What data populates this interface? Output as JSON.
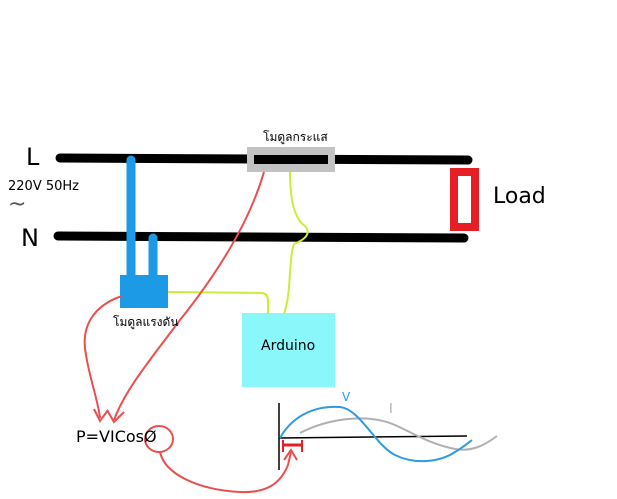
{
  "labels": {
    "line": "L",
    "neutral": "N",
    "supply": "220V 50Hz",
    "ac_symbol": "~",
    "current_module": "โมดูลกระแส",
    "voltage_module": "โมดูลแรงดัน",
    "load": "Load",
    "arduino": "Arduino",
    "formula": "P=VICosØ",
    "voltage_wave": "V",
    "current_wave": "I"
  },
  "colors": {
    "wire": "#000000",
    "voltage_module": "#1c9ae6",
    "current_module_frame": "#c2c2c2",
    "load": "#e61e25",
    "arduino": "#8af8fa",
    "signal_wire": "#c8ee3c",
    "annotation": "#ea4f4f",
    "voltage_wave": "#2f9be6",
    "current_wave": "#b0b0b0"
  }
}
